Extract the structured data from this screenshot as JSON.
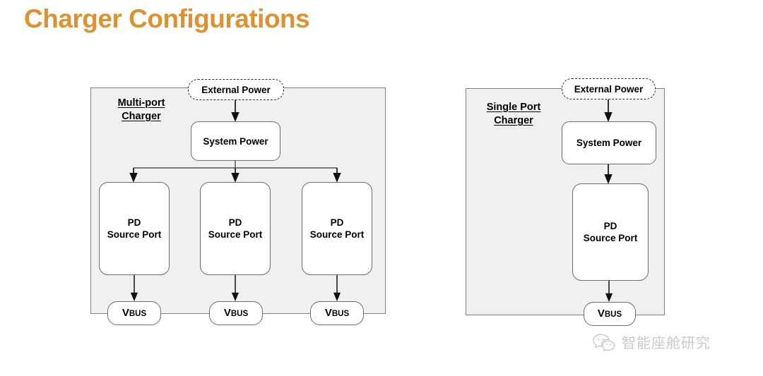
{
  "page": {
    "title": "Charger Configurations",
    "title_color": "#E0912F",
    "background": "#FFFFFF"
  },
  "panels": [
    {
      "id": "multiport",
      "title_line1": "Multi-port",
      "title_line2": "Charger",
      "fill": "#F0F0F0",
      "border": "#808080"
    },
    {
      "id": "singleport",
      "title_line1": "Single Port",
      "title_line2": "Charger",
      "fill": "#F0F0F0",
      "border": "#808080"
    }
  ],
  "nodes": {
    "external_power": "External Power",
    "system_power": "System Power",
    "pd_line1": "PD",
    "pd_line2": "Source Port",
    "vbus_v": "V",
    "vbus_bus": "BUS"
  },
  "watermark": {
    "text": "智能座舱研究",
    "icon": "wechat-bubbles-icon",
    "color": "#C9C9C9"
  }
}
